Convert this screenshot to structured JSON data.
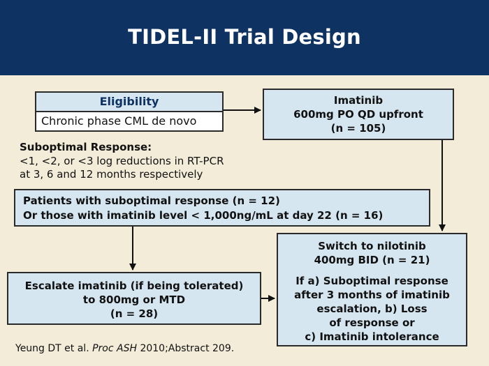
{
  "slide": {
    "title": "TIDEL-II Trial Design",
    "eligibility": {
      "heading": "Eligibility",
      "text": "Chronic phase CML de novo"
    },
    "imatinib_box": {
      "lines": [
        "Imatinib",
        "600mg PO QD upfront",
        "(n = 105)"
      ]
    },
    "suboptimal": {
      "heading": "Suboptimal Response:",
      "lines": [
        "<1, <2, or <3 log reductions in RT-PCR",
        "at 3, 6 and 12 months respectively"
      ]
    },
    "patients_box": {
      "lines": [
        "Patients with suboptimal response (n = 12)",
        "Or those with imatinib level < 1,000ng/mL at day 22 (n = 16)"
      ]
    },
    "escalate_box": {
      "lines": [
        "Escalate imatinib (if being tolerated)",
        "to 800mg or MTD",
        "(n = 28)"
      ]
    },
    "switch_box": {
      "lines": [
        "Switch to nilotinib",
        "400mg BID (n = 21)",
        "If a) Suboptimal response",
        "after 3 months of imatinib",
        "escalation, b) Loss",
        "of response or",
        "c) Imatinib intolerance"
      ]
    },
    "citation": {
      "authors": "Yeung DT et al. ",
      "journal": "Proc ASH",
      "rest": " 2010;Abstract 209."
    }
  }
}
